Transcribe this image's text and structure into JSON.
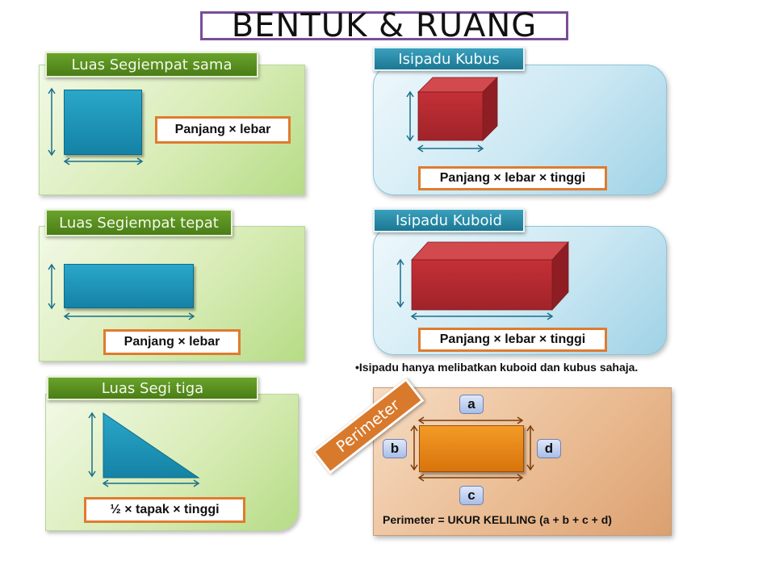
{
  "title": "BENTUK & RUANG",
  "panels": {
    "square": {
      "label": "Luas Segiempat sama",
      "formula": "Panjang × lebar"
    },
    "rectangle": {
      "label": "Luas Segiempat tepat",
      "formula": "Panjang × lebar"
    },
    "triangle": {
      "label": "Luas Segi tiga",
      "formula": "½ × tapak × tinggi"
    },
    "cube": {
      "label": "Isipadu Kubus",
      "formula": "Panjang × lebar × tinggi"
    },
    "cuboid": {
      "label": "Isipadu Kuboid",
      "formula": "Panjang × lebar × tinggi"
    }
  },
  "note": "•Isipadu hanya melibatkan kuboid dan kubus sahaja.",
  "perimeter": {
    "tag": "Perimeter",
    "sides": {
      "a": "a",
      "b": "b",
      "c": "c",
      "d": "d"
    },
    "formula_bold": "Perimeter",
    "formula_rest": " = UKUR KELILING (a + b + c + d)"
  },
  "colors": {
    "accent_orange": "#e07b2e",
    "shape_blue": "#1b95b9",
    "shape_red": "#b1262b",
    "label_green": "#5a9020",
    "label_blue": "#2a8cab",
    "title_border": "#7a4d9a"
  }
}
